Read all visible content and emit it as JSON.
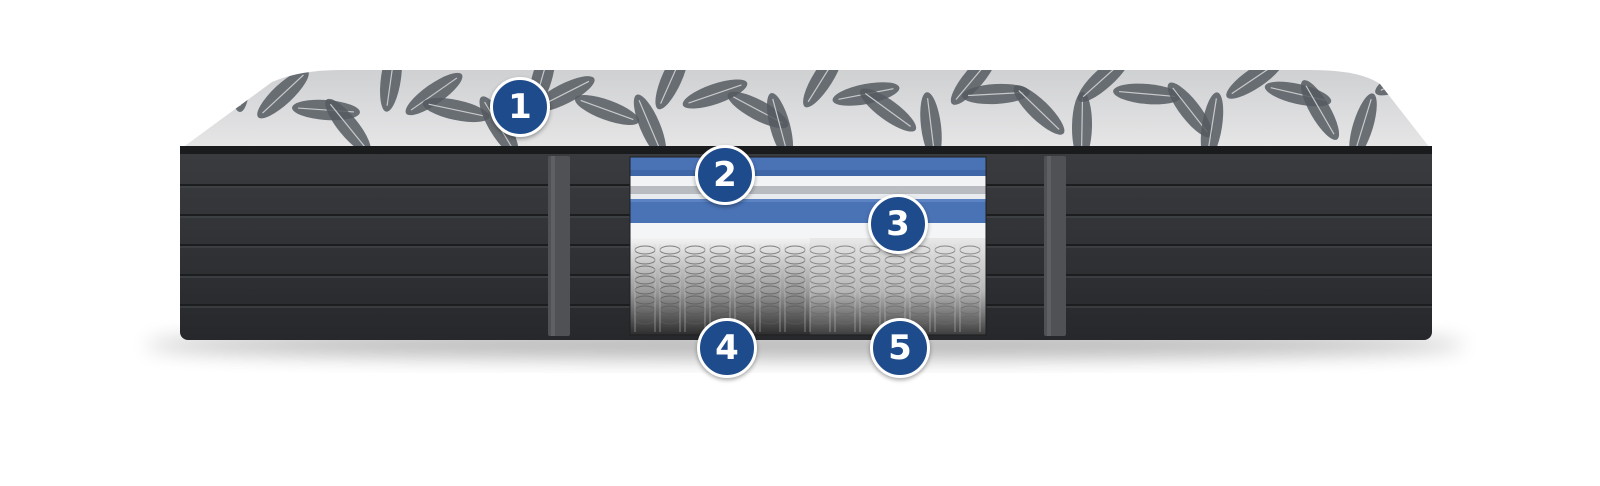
{
  "image": {
    "subject": "mattress-cutaway",
    "colors": {
      "background": "#ffffff",
      "marker_fill": "#1e4b8c",
      "marker_text": "#ffffff",
      "cover_light": "#d9d9d9",
      "cover_pattern": "#555a60",
      "side_panel": "#2e3033",
      "side_stripe": "#262729",
      "handle": "#4f5154",
      "foam_blue": "#4a73b6",
      "foam_white": "#f2f4f6",
      "foam_grey": "#b9bdc2",
      "coil_dark": "#3a3a3a",
      "coil_light": "#d8d8d8"
    }
  },
  "markers": [
    {
      "id": "1",
      "label": "1"
    },
    {
      "id": "2",
      "label": "2"
    },
    {
      "id": "3",
      "label": "3"
    },
    {
      "id": "4",
      "label": "4"
    },
    {
      "id": "5",
      "label": "5"
    }
  ]
}
